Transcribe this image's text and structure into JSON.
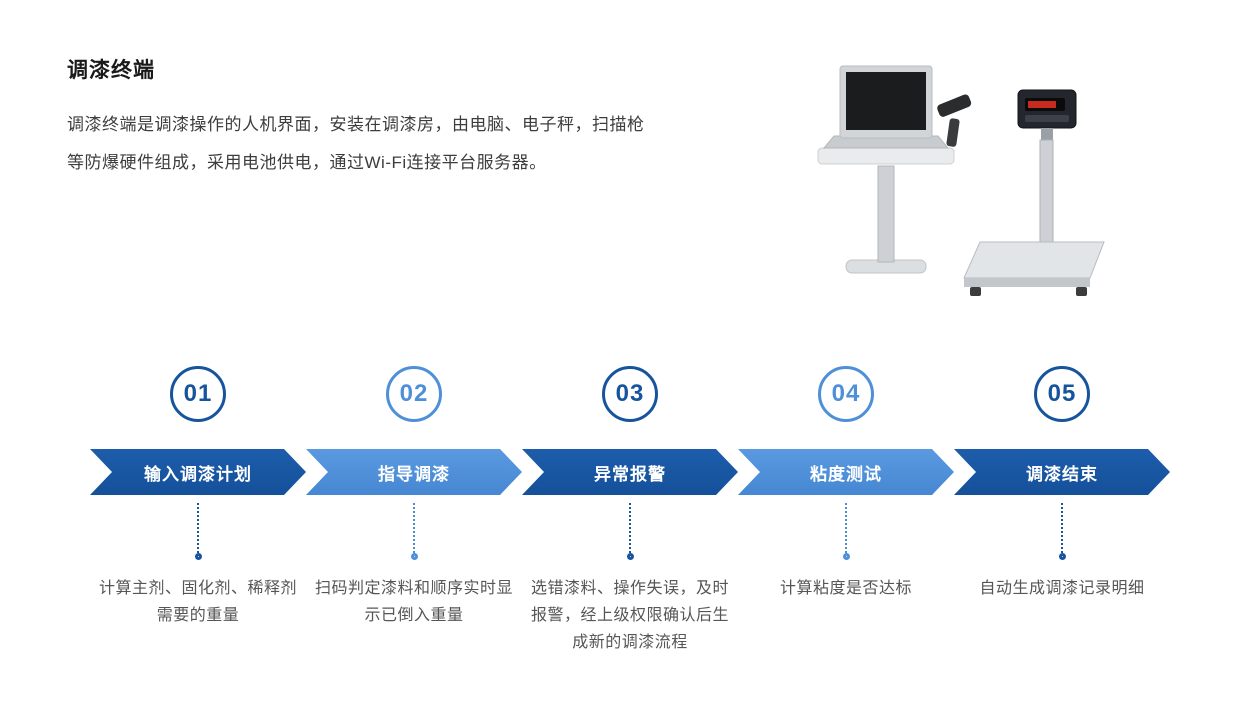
{
  "header": {
    "title": "调漆终端",
    "description": "调漆终端是调漆操作的人机界面，安装在调漆房，由电脑、电子秤，扫描枪等防爆硬件组成，采用电池供电，通过Wi-Fi连接平台服务器。"
  },
  "colors": {
    "dark_blue": "#17549e",
    "light_blue": "#4e8fd9",
    "body_text": "#3d3d3d",
    "step_text": "#565656"
  },
  "product_image": {
    "name": "paint-terminal-and-electronic-scale",
    "parts": [
      "terminal-laptop-on-stand",
      "barcode-scanner",
      "electronic-platform-scale"
    ]
  },
  "steps": [
    {
      "number": "01",
      "label": "输入调漆计划",
      "description": "计算主剂、固化剂、稀释剂需要的重量",
      "tone": "dark"
    },
    {
      "number": "02",
      "label": "指导调漆",
      "description": "扫码判定漆料和顺序实时显示已倒入重量",
      "tone": "light"
    },
    {
      "number": "03",
      "label": "异常报警",
      "description": "选错漆料、操作失误，及时报警，经上级权限确认后生成新的调漆流程",
      "tone": "dark"
    },
    {
      "number": "04",
      "label": "粘度测试",
      "description": "计算粘度是否达标",
      "tone": "light"
    },
    {
      "number": "05",
      "label": "调漆结束",
      "description": "自动生成调漆记录明细",
      "tone": "dark"
    }
  ]
}
